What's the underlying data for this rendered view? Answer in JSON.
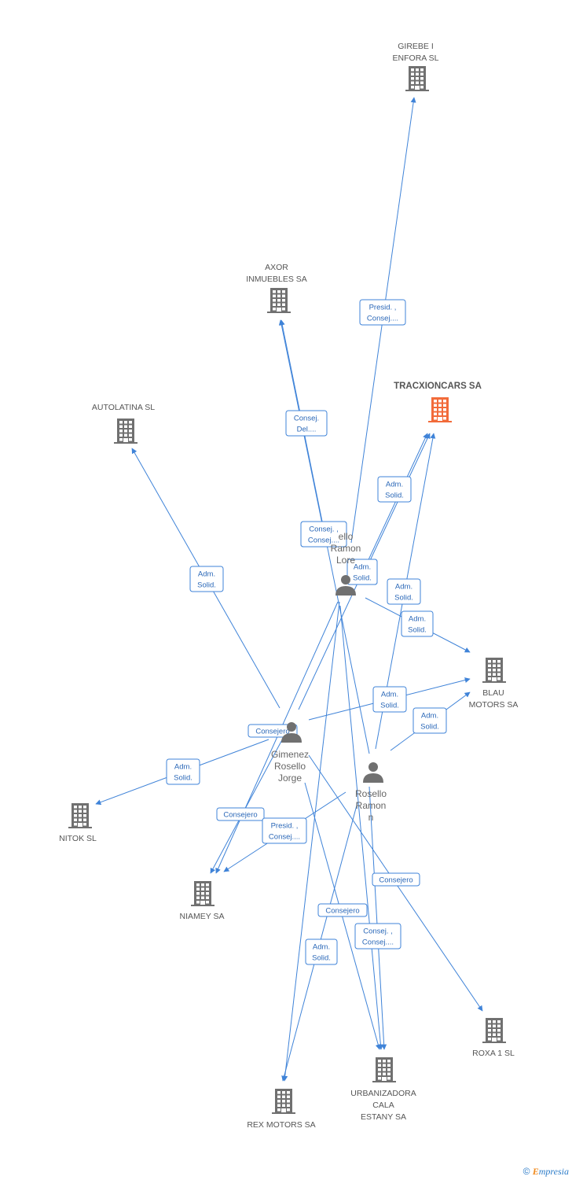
{
  "colors": {
    "edge": "#3f83d8",
    "company": "#707070",
    "focus_company": "#f26b3a",
    "person": "#707070"
  },
  "companies": [
    {
      "id": "girebe",
      "lines": [
        "GIREBE I",
        "ENFORA SL"
      ],
      "focus": false
    },
    {
      "id": "axor",
      "lines": [
        "AXOR",
        "INMUEBLES SA"
      ],
      "focus": false
    },
    {
      "id": "tracxioncars",
      "lines": [
        "TRACXIONCARS SA"
      ],
      "focus": true
    },
    {
      "id": "autolatina",
      "lines": [
        "AUTOLATINA SL"
      ],
      "focus": false
    },
    {
      "id": "blau",
      "lines": [
        "BLAU",
        "MOTORS SA"
      ],
      "focus": false
    },
    {
      "id": "nitok",
      "lines": [
        "NITOK SL"
      ],
      "focus": false
    },
    {
      "id": "niamey",
      "lines": [
        "NIAMEY SA"
      ],
      "focus": false
    },
    {
      "id": "roxa",
      "lines": [
        "ROXA 1 SL"
      ],
      "focus": false
    },
    {
      "id": "urbanizadora",
      "lines": [
        "URBANIZADORA",
        "CALA",
        "ESTANY SA"
      ],
      "focus": false
    },
    {
      "id": "rex",
      "lines": [
        "REX MOTORS SA"
      ],
      "focus": false
    }
  ],
  "persons": [
    {
      "id": "lorenzo",
      "lines": [
        "ello",
        "Ramon",
        "Lore"
      ]
    },
    {
      "id": "jorge",
      "lines": [
        "Gimenez",
        "Rosello",
        "Jorge"
      ]
    },
    {
      "id": "ramon",
      "lines": [
        "Rosello",
        "Ramon",
        "n"
      ]
    }
  ],
  "edges": [
    {
      "from": "ramon",
      "to": "girebe",
      "label": [
        "Presid. ,",
        "Consej...."
      ]
    },
    {
      "from": "lorenzo",
      "to": "axor",
      "label": [
        "Consej.",
        "Del...."
      ]
    },
    {
      "from": "ramon",
      "to": "axor",
      "label": [
        "Consej. ,",
        "Consej...."
      ]
    },
    {
      "from": "lorenzo",
      "to": "tracxioncars",
      "label": [
        "Adm.",
        "Solid."
      ]
    },
    {
      "from": "jorge",
      "to": "tracxioncars",
      "label": [
        "Adm.",
        "Solid."
      ]
    },
    {
      "from": "ramon",
      "to": "tracxioncars",
      "label": [
        "Adm.",
        "Solid."
      ]
    },
    {
      "from": "jorge",
      "to": "autolatina",
      "label": [
        "Adm.",
        "Solid."
      ]
    },
    {
      "from": "lorenzo",
      "to": "blau",
      "label": [
        "Adm.",
        "Solid."
      ]
    },
    {
      "from": "jorge",
      "to": "blau",
      "label": [
        "Adm.",
        "Solid."
      ]
    },
    {
      "from": "ramon",
      "to": "blau",
      "label": [
        "Adm.",
        "Solid."
      ]
    },
    {
      "from": "jorge",
      "to": "nitok",
      "label": [
        "Adm.",
        "Solid."
      ]
    },
    {
      "from": "jorge",
      "to": "niamey",
      "label": [
        "Consejero"
      ]
    },
    {
      "from": "lorenzo",
      "to": "niamey",
      "label": [
        "Consejero"
      ]
    },
    {
      "from": "ramon",
      "to": "niamey",
      "label": [
        "Presid. ,",
        "Consej...."
      ]
    },
    {
      "from": "jorge",
      "to": "roxa",
      "label": [
        "Consejero"
      ]
    },
    {
      "from": "lorenzo",
      "to": "urbanizadora",
      "label": [
        "Consej. ,",
        "Consej...."
      ]
    },
    {
      "from": "jorge",
      "to": "urbanizadora",
      "label": [
        "Consejero"
      ]
    },
    {
      "from": "ramon",
      "to": "urbanizadora",
      "label": [
        "Consej. ,",
        "Consej...."
      ]
    },
    {
      "from": "lorenzo",
      "to": "rex",
      "label": [
        "Adm.",
        "Solid."
      ]
    },
    {
      "from": "ramon",
      "to": "rex",
      "label": [
        "Adm.",
        "Solid."
      ]
    }
  ],
  "footer": {
    "copyright": "©",
    "brand_e": "E",
    "brand_rest": "mpresia"
  }
}
